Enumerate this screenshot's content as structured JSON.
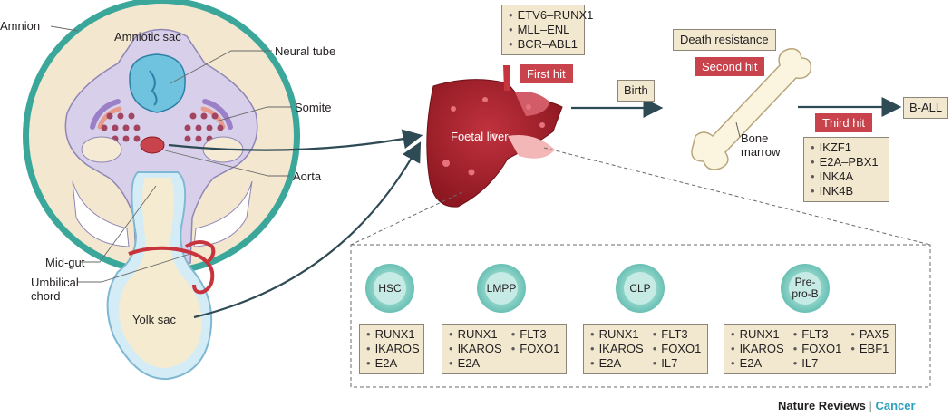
{
  "embryo": {
    "amnion": "Amnion",
    "amniotic_sac": "Amniotic sac",
    "neural_tube": "Neural tube",
    "somite": "Somite",
    "aorta": "Aorta",
    "mid_gut": "Mid-gut",
    "umbilical_line1": "Umbilical",
    "umbilical_line2": "chord",
    "yolk_sac": "Yolk sac"
  },
  "liver_label": "Foetal liver",
  "first_hit": {
    "fusions": [
      "ETV6–RUNX1",
      "MLL–ENL",
      "BCR–ABL1"
    ],
    "label": "First hit"
  },
  "birth": "Birth",
  "second_hit": {
    "death_resistance": "Death resistance",
    "label": "Second hit",
    "bone_marrow_line1": "Bone",
    "bone_marrow_line2": "marrow"
  },
  "third_hit": {
    "label": "Third hit",
    "genes": [
      "IKZF1",
      "E2A–PBX1",
      "INK4A",
      "INK4B"
    ]
  },
  "outcome": "B-ALL",
  "cells": [
    {
      "name": "HSC",
      "genes": [
        "RUNX1",
        "IKAROS",
        "E2A"
      ]
    },
    {
      "name": "LMPP",
      "genes": [
        "RUNX1",
        "FLT3",
        "IKAROS",
        "FOXO1",
        "E2A"
      ]
    },
    {
      "name": "CLP",
      "genes": [
        "RUNX1",
        "FLT3",
        "IKAROS",
        "FOXO1",
        "E2A",
        "IL7"
      ]
    },
    {
      "name_line1": "Pre-",
      "name_line2": "pro-B",
      "genes": [
        "RUNX1",
        "FLT3",
        "PAX5",
        "IKAROS",
        "FOXO1",
        "EBF1",
        "E2A",
        "IL7"
      ]
    }
  ],
  "brand": {
    "journal": "Nature Reviews",
    "separator": "|",
    "topic": "Cancer"
  },
  "colors": {
    "amnion_ring": "#3aa79a",
    "sac_fill": "#f3e7cf",
    "embryo_fill": "#d8d0ea",
    "liver": "#a51f2a",
    "hit_box": "#c8434b",
    "gene_box": "#f2e8d0",
    "cell_teal": "#3fa99d",
    "arrow": "#2e4a55"
  }
}
